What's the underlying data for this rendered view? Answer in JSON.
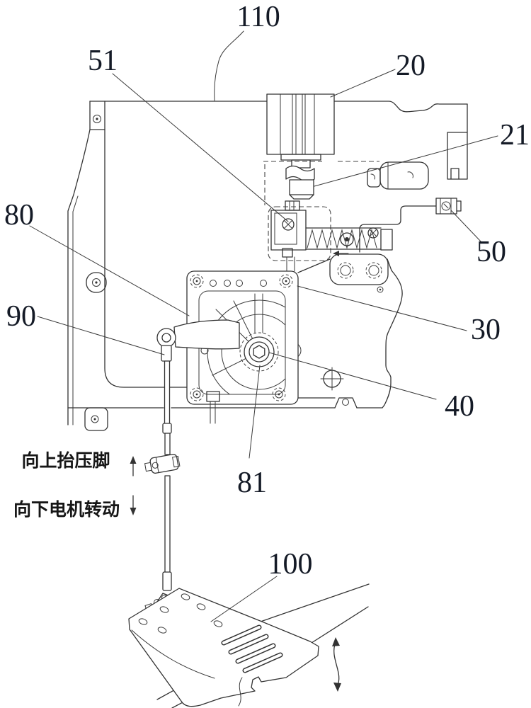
{
  "figure": {
    "background": "#ffffff",
    "line_color": "#333333",
    "label_color": "#141a26",
    "kind": "patent-mechanism-line-drawing"
  },
  "labels": [
    {
      "text": "110"
    },
    {
      "text": "51"
    },
    {
      "text": "20"
    },
    {
      "text": "21"
    },
    {
      "text": "50"
    },
    {
      "text": "30"
    },
    {
      "text": "40"
    },
    {
      "text": "80"
    },
    {
      "text": "90"
    },
    {
      "text": "81"
    },
    {
      "text": "100"
    }
  ],
  "annotations": {
    "lift_presser_text": "向上抬压脚",
    "motor_down_text": "向下电机转动"
  }
}
